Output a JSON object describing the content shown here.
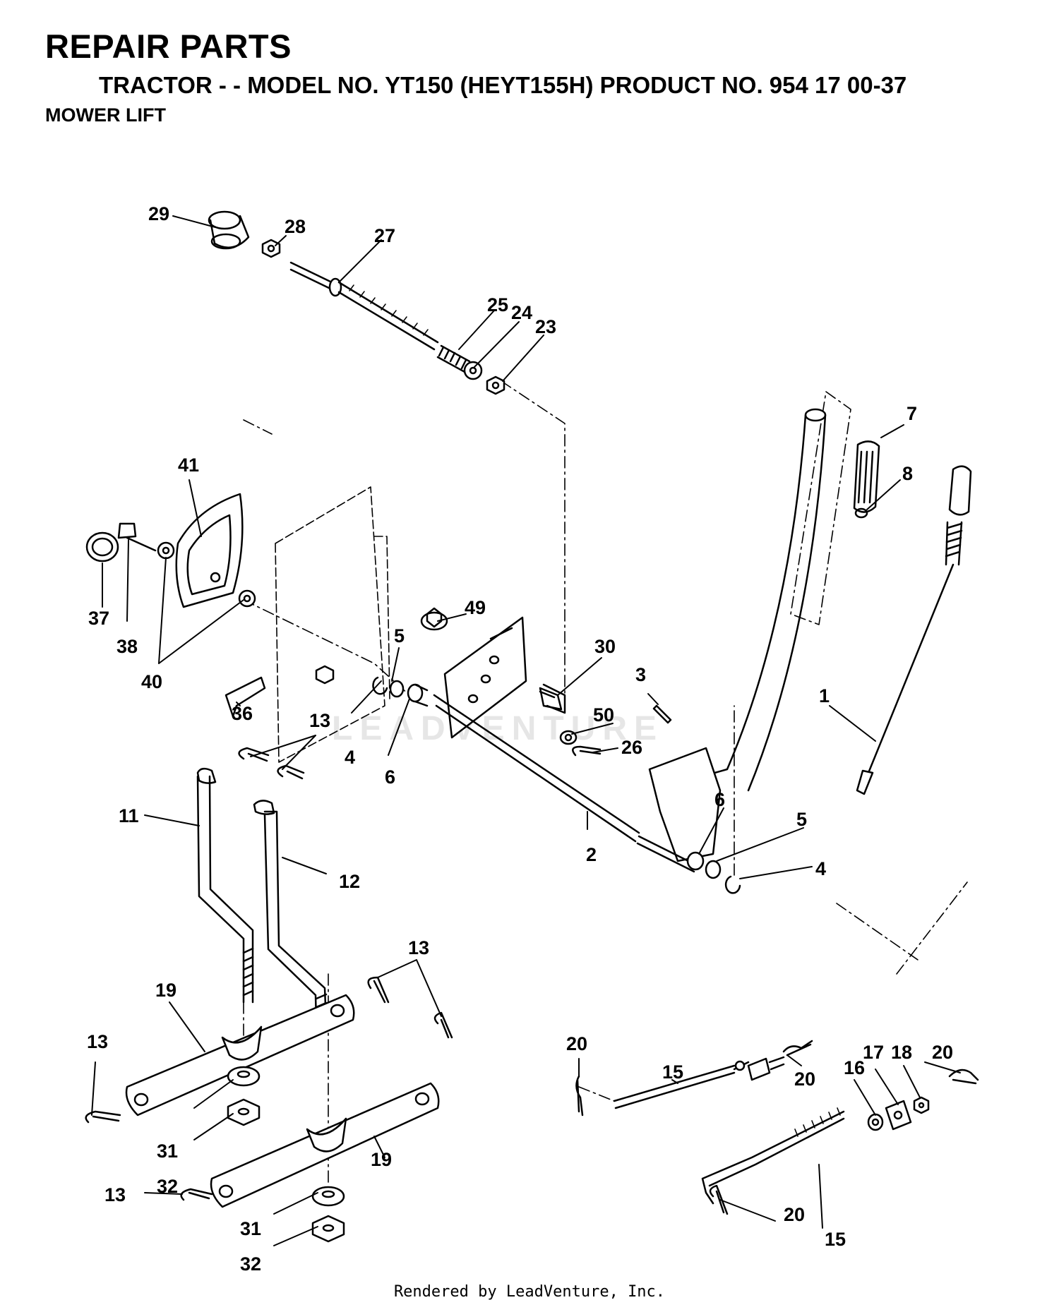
{
  "header": {
    "title": "REPAIR PARTS",
    "subtitle": "TRACTOR - - MODEL NO. YT150 (HEYT155H) PRODUCT NO. 954 17 00-37",
    "section": "MOWER LIFT"
  },
  "watermark": "LEADVENTURE",
  "footer": "Rendered by LeadVenture, Inc.",
  "callouts": [
    {
      "id": "c29",
      "label": "29"
    },
    {
      "id": "c28",
      "label": "28"
    },
    {
      "id": "c27",
      "label": "27"
    },
    {
      "id": "c25",
      "label": "25"
    },
    {
      "id": "c24",
      "label": "24"
    },
    {
      "id": "c23",
      "label": "23"
    },
    {
      "id": "c7",
      "label": "7"
    },
    {
      "id": "c8",
      "label": "8"
    },
    {
      "id": "c41",
      "label": "41"
    },
    {
      "id": "c37",
      "label": "37"
    },
    {
      "id": "c38",
      "label": "38"
    },
    {
      "id": "c40",
      "label": "40"
    },
    {
      "id": "c49",
      "label": "49"
    },
    {
      "id": "c5a",
      "label": "5"
    },
    {
      "id": "c30",
      "label": "30"
    },
    {
      "id": "c3",
      "label": "3"
    },
    {
      "id": "c36",
      "label": "36"
    },
    {
      "id": "c4a",
      "label": "4"
    },
    {
      "id": "c6a",
      "label": "6"
    },
    {
      "id": "c50",
      "label": "50"
    },
    {
      "id": "c26",
      "label": "26"
    },
    {
      "id": "c1",
      "label": "1"
    },
    {
      "id": "c13a",
      "label": "13"
    },
    {
      "id": "c11",
      "label": "11"
    },
    {
      "id": "c12",
      "label": "12"
    },
    {
      "id": "c2",
      "label": "2"
    },
    {
      "id": "c6b",
      "label": "6"
    },
    {
      "id": "c5b",
      "label": "5"
    },
    {
      "id": "c4b",
      "label": "4"
    },
    {
      "id": "c13b",
      "label": "13"
    },
    {
      "id": "c19a",
      "label": "19"
    },
    {
      "id": "c13c",
      "label": "13"
    },
    {
      "id": "c31a",
      "label": "31"
    },
    {
      "id": "c32a",
      "label": "32"
    },
    {
      "id": "c19b",
      "label": "19"
    },
    {
      "id": "c13d",
      "label": "13"
    },
    {
      "id": "c31b",
      "label": "31"
    },
    {
      "id": "c32b",
      "label": "32"
    },
    {
      "id": "c20a",
      "label": "20"
    },
    {
      "id": "c15a",
      "label": "15"
    },
    {
      "id": "c20b",
      "label": "20"
    },
    {
      "id": "c16",
      "label": "16"
    },
    {
      "id": "c17",
      "label": "17"
    },
    {
      "id": "c18",
      "label": "18"
    },
    {
      "id": "c20c",
      "label": "20"
    },
    {
      "id": "c20d",
      "label": "20"
    },
    {
      "id": "c15b",
      "label": "15"
    }
  ]
}
